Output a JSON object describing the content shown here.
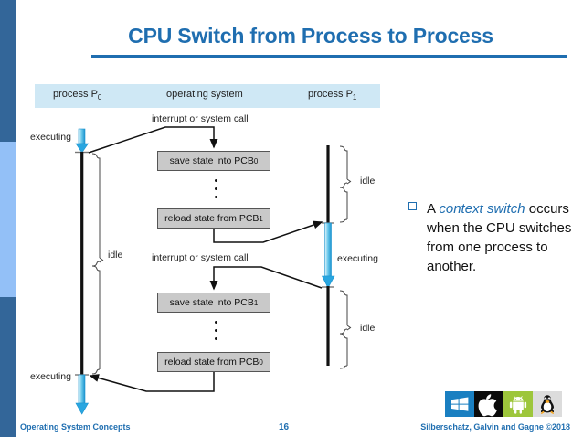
{
  "slide": {
    "title": "CPU Switch from Process to Process",
    "page_number": "16"
  },
  "diagram": {
    "columns": [
      {
        "name": "process-p0",
        "text": "process P",
        "subscript": "0"
      },
      {
        "name": "operating-system",
        "text": "operating system",
        "subscript": ""
      },
      {
        "name": "process-p1",
        "text": "process P",
        "subscript": "1"
      }
    ],
    "interrupt_labels": [
      "interrupt or system call",
      "interrupt or system call"
    ],
    "state_labels": {
      "executing_top_left": "executing",
      "executing_bottom_left": "executing",
      "idle_left": "idle",
      "idle_right_top": "idle",
      "executing_right": "executing",
      "idle_right_bottom": "idle"
    },
    "boxes": [
      {
        "name": "save-state-pcb0",
        "text": "save state into PCB",
        "subscript": "0"
      },
      {
        "name": "reload-state-pcb1",
        "text": "reload state from PCB",
        "subscript": "1"
      },
      {
        "name": "save-state-pcb1",
        "text": "save state into PCB",
        "subscript": "1"
      },
      {
        "name": "reload-state-pcb0",
        "text": "reload state from PCB",
        "subscript": "0"
      }
    ],
    "colors": {
      "header_band": "#cfe8f5",
      "box_fill": "#c9c9c9",
      "box_border": "#555555",
      "arrow_blue": "#29a6e0",
      "timeline_black": "#111111"
    }
  },
  "bullet": {
    "marker": "square-outline-bullet",
    "lead": "A ",
    "highlight": "context switch",
    "rest": " occurs when the CPU switches from one process to another."
  },
  "logos": [
    {
      "name": "windows-logo",
      "color": "#1a7fc1"
    },
    {
      "name": "apple-logo",
      "color": "#0b0b0b"
    },
    {
      "name": "android-logo",
      "color": "#9dc63b"
    },
    {
      "name": "linux-tux-logo",
      "color": "#dcdcdc"
    }
  ],
  "footer": {
    "left": "Operating System Concepts",
    "page": "16",
    "right": "Silberschatz, Galvin and Gagne ©2018",
    "accent": "#1f6eb0"
  }
}
